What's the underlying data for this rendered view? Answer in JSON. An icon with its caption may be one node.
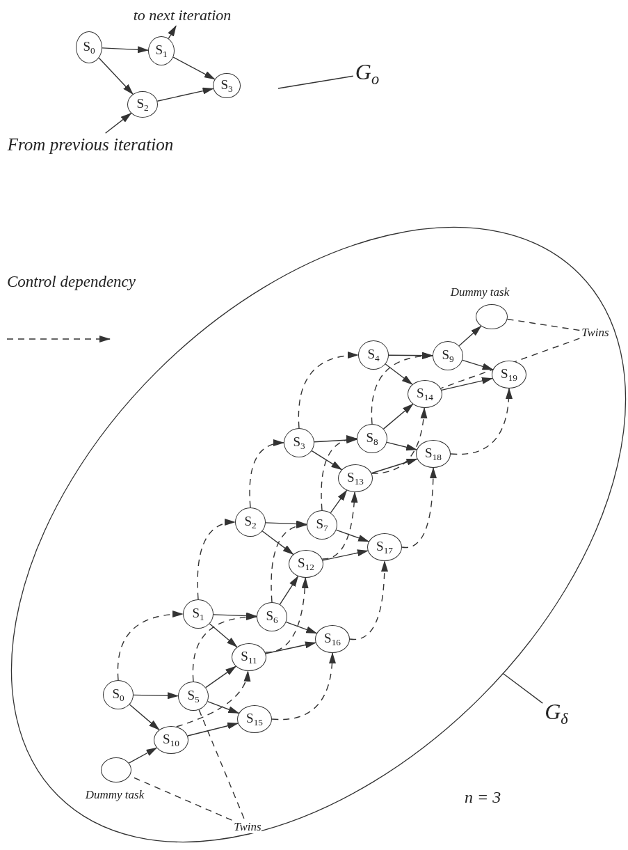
{
  "diagram": {
    "nodes": [
      {
        "text": [
          "S$_{0}$"
        ]
      },
      {
        "text": [
          "S$_{1}$"
        ]
      },
      {
        "text": [
          "S$_{2}$"
        ]
      },
      {
        "text": [
          "S$_{3}$"
        ]
      },
      {
        "text": [
          "G$_{o}$"
        ]
      },
      {
        "text": [],
        "shape": "ellipse"
      },
      {
        "text": [
          "S$_{0}$"
        ],
        "in": 5
      },
      {
        "text": [
          "S$_{1}$"
        ],
        "in": 5
      },
      {
        "text": [
          "S$_{2}$"
        ],
        "in": 5
      },
      {
        "text": [
          "S$_{3}$"
        ],
        "in": 5
      },
      {
        "text": [
          "S$_{4}$"
        ],
        "in": 5
      },
      {
        "text": [
          "S$_{5}$"
        ],
        "in": 5
      },
      {
        "text": [
          "S$_{6}$"
        ],
        "in": 5
      },
      {
        "text": [
          "S$_{7}$"
        ],
        "in": 5
      },
      {
        "text": [
          "S$_{8}$"
        ],
        "in": 5
      },
      {
        "text": [
          "S$_{9}$"
        ],
        "in": 5
      },
      {
        "text": [
          "S$_{10}$"
        ],
        "in": 5
      },
      {
        "text": [
          "S$_{11}$"
        ],
        "in": 5
      },
      {
        "text": [
          "S$_{12}$"
        ],
        "in": 5
      },
      {
        "text": [
          "S$_{13}$"
        ],
        "in": 5
      },
      {
        "text": [
          "S$_{14}$"
        ],
        "in": 5
      },
      {
        "text": [
          "S$_{15}$"
        ],
        "in": 5
      },
      {
        "text": [
          "S$_{16}$"
        ],
        "in": 5
      },
      {
        "text": [
          "S$_{17}$"
        ],
        "in": 5
      },
      {
        "text": [
          "S$_{18}$"
        ],
        "in": 5
      },
      {
        "text": [
          "S$_{19}$"
        ],
        "in": 5
      },
      {
        "text": [],
        "shape": "circle",
        "beside": [
          "Dummy task"
        ],
        "in": 5
      },
      {
        "text": [],
        "shape": "circle",
        "beside": [
          "Dummy task"
        ],
        "in": 5
      },
      {
        "text": [
          "Twins"
        ],
        "in": 5
      },
      {
        "text": [
          "Twins"
        ],
        "in": 5
      },
      {
        "text": [
          "G$_{δ}$"
        ]
      },
      {
        "text": [
          "to next iteration"
        ]
      },
      {
        "text": [
          "From previous iteration"
        ]
      }
    ],
    "edges": [
      {
        "from": 0,
        "to": 1,
        "arrow": "to"
      },
      {
        "from": 0,
        "to": 2,
        "arrow": "to"
      },
      {
        "from": 1,
        "to": 3,
        "arrow": "to"
      },
      {
        "from": 2,
        "to": 3,
        "arrow": "to"
      },
      {
        "from": 1,
        "to": 31,
        "arrow": "to"
      },
      {
        "from": 32,
        "to": 2,
        "arrow": "to"
      },
      {
        "from": 4,
        "to": null,
        "arrow": "none"
      },
      {
        "from": 6,
        "to": 11,
        "arrow": "to"
      },
      {
        "from": 6,
        "to": 16,
        "arrow": "to"
      },
      {
        "from": 11,
        "to": 21,
        "arrow": "to"
      },
      {
        "from": 16,
        "to": 21,
        "arrow": "to"
      },
      {
        "from": 11,
        "to": 17,
        "arrow": "to"
      },
      {
        "from": 7,
        "to": 12,
        "arrow": "to"
      },
      {
        "from": 7,
        "to": 17,
        "arrow": "to"
      },
      {
        "from": 12,
        "to": 22,
        "arrow": "to"
      },
      {
        "from": 17,
        "to": 22,
        "arrow": "to"
      },
      {
        "from": 12,
        "to": 18,
        "arrow": "to"
      },
      {
        "from": 8,
        "to": 13,
        "arrow": "to"
      },
      {
        "from": 8,
        "to": 18,
        "arrow": "to"
      },
      {
        "from": 13,
        "to": 23,
        "arrow": "to"
      },
      {
        "from": 18,
        "to": 23,
        "arrow": "to"
      },
      {
        "from": 13,
        "to": 19,
        "arrow": "to"
      },
      {
        "from": 9,
        "to": 14,
        "arrow": "to"
      },
      {
        "from": 9,
        "to": 19,
        "arrow": "to"
      },
      {
        "from": 14,
        "to": 24,
        "arrow": "to"
      },
      {
        "from": 19,
        "to": 24,
        "arrow": "to"
      },
      {
        "from": 14,
        "to": 20,
        "arrow": "to"
      },
      {
        "from": 10,
        "to": 15,
        "arrow": "to"
      },
      {
        "from": 10,
        "to": 20,
        "arrow": "to"
      },
      {
        "from": 15,
        "to": 25,
        "arrow": "to"
      },
      {
        "from": 20,
        "to": 25,
        "arrow": "to"
      },
      {
        "from": 26,
        "to": 16,
        "arrow": "to"
      },
      {
        "from": 15,
        "to": 27,
        "arrow": "to"
      },
      {
        "from": 6,
        "to": 7,
        "arrow": "to",
        "style": "dashed"
      },
      {
        "from": 7,
        "to": 8,
        "arrow": "to",
        "style": "dashed"
      },
      {
        "from": 8,
        "to": 9,
        "arrow": "to",
        "style": "dashed"
      },
      {
        "from": 9,
        "to": 10,
        "arrow": "to",
        "style": "dashed"
      },
      {
        "from": 11,
        "to": 12,
        "arrow": "to",
        "style": "dashed"
      },
      {
        "from": 12,
        "to": 13,
        "arrow": "to",
        "style": "dashed"
      },
      {
        "from": 13,
        "to": 14,
        "arrow": "to",
        "style": "dashed"
      },
      {
        "from": 14,
        "to": 15,
        "arrow": "to",
        "style": "dashed"
      },
      {
        "from": 16,
        "to": 17,
        "arrow": "to",
        "style": "dashed"
      },
      {
        "from": 17,
        "to": 18,
        "arrow": "to",
        "style": "dashed"
      },
      {
        "from": 18,
        "to": 19,
        "arrow": "to",
        "style": "dashed"
      },
      {
        "from": 19,
        "to": 20,
        "arrow": "to",
        "style": "dashed"
      },
      {
        "from": 21,
        "to": 22,
        "arrow": "to",
        "style": "dashed"
      },
      {
        "from": 22,
        "to": 23,
        "arrow": "to",
        "style": "dashed"
      },
      {
        "from": 23,
        "to": 24,
        "arrow": "to",
        "style": "dashed"
      },
      {
        "from": 24,
        "to": 25,
        "arrow": "to",
        "style": "dashed"
      },
      {
        "from": 28,
        "to": 26,
        "arrow": "none",
        "style": "dashed"
      },
      {
        "from": 28,
        "to": 11,
        "arrow": "none",
        "style": "dashed"
      },
      {
        "from": 29,
        "to": 27,
        "arrow": "none",
        "style": "dashed"
      },
      {
        "from": 29,
        "to": 20,
        "arrow": "none",
        "style": "dashed"
      },
      {
        "from": 30,
        "to": 5,
        "arrow": "none"
      }
    ],
    "labels": [
      "n = 3"
    ],
    "legend": [
      {
        "text": "Control dependency"
      }
    ]
  }
}
